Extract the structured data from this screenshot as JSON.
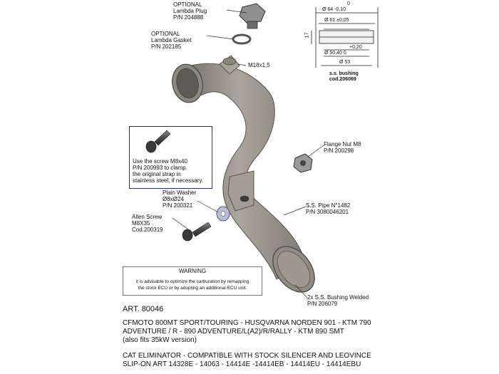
{
  "callouts": {
    "lambda_plug": [
      "OPTIONAL",
      "Lambda Plug",
      "P/N 204888"
    ],
    "lambda_gasket": [
      "OPTIONAL",
      "Lambda Gasket",
      "P/N 202185"
    ],
    "thread": "M18x1,5",
    "flange_nut": [
      "Flange Nut M8",
      "P/N 200298"
    ],
    "plain_washer": [
      "Plain Washer",
      "Ø8xØ24",
      "P/N 200321"
    ],
    "allen_screw": [
      "Allen Screw",
      "M8X35",
      "Cod.200319"
    ],
    "ss_pipe": [
      "S.S. Pipe N°1482",
      "P/N 3080046201"
    ],
    "bushing_welded": [
      "2x S.S. Bushing Welded",
      "P/N 206079"
    ]
  },
  "screw_note": [
    "Use the screw M8x40",
    "P/N 200993 to clamp",
    "the original strap in",
    "stainless steel, if necessary."
  ],
  "warning": {
    "title": "WARNING",
    "lines": [
      "it is advisable to optimize the carburation by remapping",
      "the stock ECU or by adopting an additional ECU unit."
    ]
  },
  "bushing_drawing": {
    "dim_top_0": "0",
    "dim_64": "Ø 64 -0,10",
    "dim_61": "Ø 61 ±0,05",
    "dim_17": "17",
    "dim_plus020": "+0,20",
    "dim_5040": "Ø 50,40   0",
    "dim_53": "Ø 53",
    "label": [
      "s.s. bushing",
      "cod.206069"
    ]
  },
  "art": "ART. 80046",
  "fitment": [
    "CFMOTO 800MT SPORT/TOURING - HUSQVARNA NORDEN 901 - KTM 790",
    "ADVENTURE / R - 890 ADVENTURE/L(A2)/R/RALLY - KTM 890 SMT",
    "(also fits 35kW version)"
  ],
  "compat": [
    "CAT ELIMINATOR - COMPATIBLE  WITH STOCK SILENCER AND LEOVINCE",
    "SLIP-ON ART 14328E - 14063 - 14414E -14414EB - 14414EU - 14414EBU"
  ],
  "colors": {
    "metal": "#9c9890",
    "metal_dark": "#6f6b63",
    "metal_light": "#c9c6bf",
    "box_border": "#2a2f7a"
  }
}
